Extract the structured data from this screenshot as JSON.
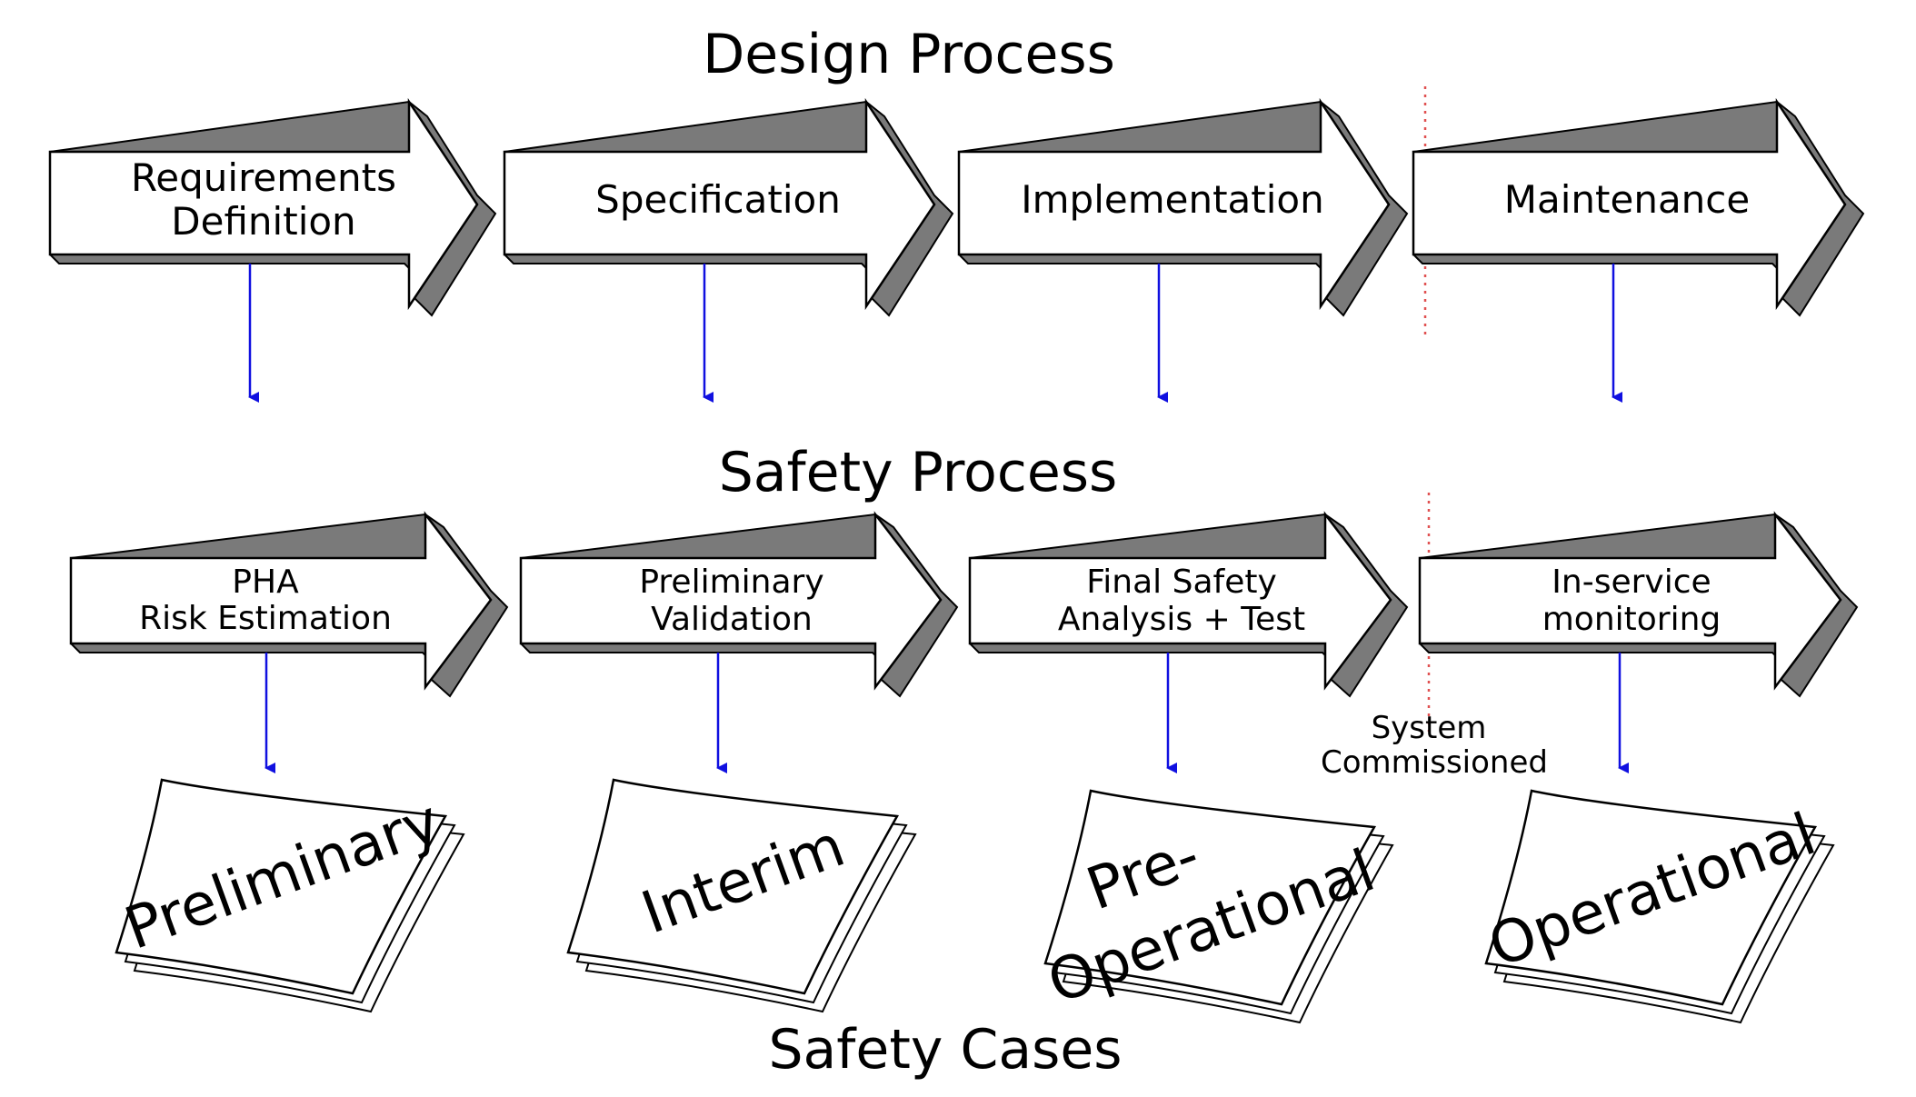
{
  "titles": {
    "design": "Design Process",
    "safety": "Safety Process",
    "cases": "Safety Cases"
  },
  "design_steps": [
    {
      "lines": [
        "Requirements",
        "Definition"
      ]
    },
    {
      "lines": [
        "Specification"
      ]
    },
    {
      "lines": [
        "Implementation"
      ]
    },
    {
      "lines": [
        "Maintenance"
      ]
    }
  ],
  "safety_steps": [
    {
      "lines": [
        "PHA",
        "Risk Estimation"
      ]
    },
    {
      "lines": [
        "Preliminary",
        "Validation"
      ]
    },
    {
      "lines": [
        "Final Safety",
        "Analysis + Test"
      ]
    },
    {
      "lines": [
        "In-service",
        "monitoring"
      ]
    }
  ],
  "milestone": {
    "lines": [
      "System",
      "Commissioned"
    ]
  },
  "safety_cases": [
    {
      "lines": [
        "Preliminary"
      ]
    },
    {
      "lines": [
        "Interim"
      ]
    },
    {
      "lines": [
        "Pre-",
        "Operational"
      ]
    },
    {
      "lines": [
        "Operational"
      ]
    }
  ],
  "colors": {
    "arrow_face": "#ffffff",
    "arrow_shadow": "#7a7a7a",
    "connector": "#1010e0",
    "divider": "#e05050"
  }
}
